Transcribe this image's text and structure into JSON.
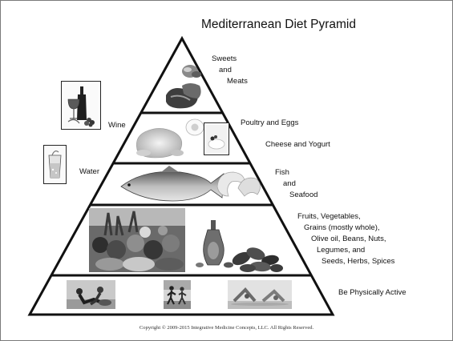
{
  "title": "Mediterranean Diet Pyramid",
  "tiers": {
    "top": {
      "lines": [
        "Sweets",
        "and",
        "Meats"
      ]
    },
    "second": {
      "left_label": "Wine",
      "line1": "Poultry and Eggs",
      "line2": "Cheese and Yogurt"
    },
    "third": {
      "left_label": "Water",
      "lines": [
        "Fish",
        "and",
        "Seafood"
      ]
    },
    "fourth": {
      "lines": [
        "Fruits, Vegetables,",
        "Grains (mostly whole),",
        "Olive oil, Beans, Nuts,",
        "Legumes, and",
        "Seeds, Herbs, Spices"
      ]
    },
    "base": {
      "label": "Be Physically Active"
    }
  },
  "copyright": "Copyright © 2009-2015 Integrative Medicine Concepts, LLC. All Rights Reserved.",
  "colors": {
    "outline": "#111111",
    "photo_dark": "#4a4a4a",
    "photo_mid": "#9a9a9a",
    "photo_light": "#d9d9d9"
  },
  "icons": [
    "sweets-image",
    "meat-image",
    "chicken-image",
    "egg-image",
    "cheese-image",
    "wine-image",
    "water-glass-image",
    "fish-image",
    "shrimp-image",
    "produce-image",
    "olive-oil-image",
    "nuts-image",
    "exercise-image",
    "running-image",
    "yoga-image"
  ]
}
